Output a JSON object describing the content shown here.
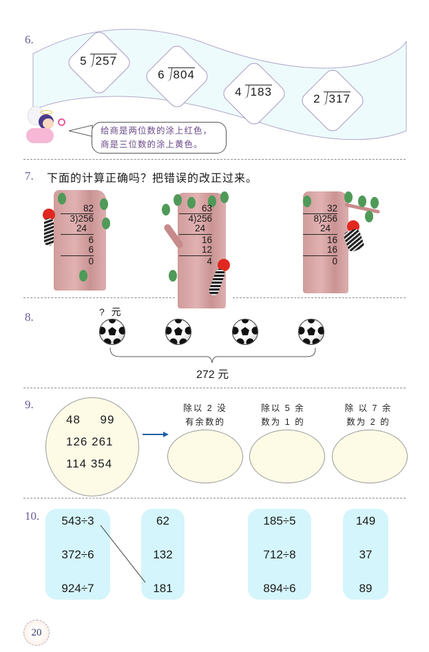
{
  "page_number": "20",
  "colors": {
    "question_number": "#6a5a96",
    "band_fill": "#eefbfd",
    "ellipse_fill": "#fdfbe6",
    "card_fill": "#d4f5fb",
    "arrow": "#1f5fa8",
    "trunk": "#d49a9a"
  },
  "q6": {
    "number": "6.",
    "problems": [
      {
        "divisor": "5",
        "dividend": "257"
      },
      {
        "divisor": "6",
        "dividend": "804"
      },
      {
        "divisor": "4",
        "dividend": "183"
      },
      {
        "divisor": "2",
        "dividend": "317"
      }
    ],
    "bubble_lines": [
      "给商是两位数的涂上红色，",
      "商是三位数的涂上黄色。"
    ],
    "character_icon": "fairy-angel-icon"
  },
  "q7": {
    "number": "7.",
    "prompt": "下面的计算正确吗？把错误的改正过来。",
    "calculations": [
      {
        "divisor": "3",
        "quotient": "82",
        "dividend": "256",
        "steps": [
          "24",
          "6",
          "6",
          "0"
        ]
      },
      {
        "divisor": "4",
        "quotient": "63",
        "dividend": "256",
        "steps": [
          "24",
          "16",
          "12",
          "4"
        ]
      },
      {
        "divisor": "8",
        "quotient": "32",
        "dividend": "256",
        "steps": [
          "24",
          "16",
          "16",
          "0"
        ]
      }
    ]
  },
  "q8": {
    "number": "8.",
    "unknown_label": "? 元",
    "ball_count": 4,
    "total_label": "272 元"
  },
  "q9": {
    "number": "9.",
    "numbers": [
      [
        "48",
        "99"
      ],
      [
        "126",
        "261"
      ],
      [
        "114",
        "354"
      ]
    ],
    "targets": [
      {
        "line1": "除以 2 没",
        "line2": "有余数的"
      },
      {
        "line1": "除以 5 余",
        "line2": "数为 1 的"
      },
      {
        "line1": "除 以 7 余",
        "line2": "数为 2 的"
      }
    ]
  },
  "q10": {
    "number": "10.",
    "group1": {
      "expressions": [
        "543÷3",
        "372÷6",
        "924÷7"
      ],
      "results": [
        "62",
        "132",
        "181"
      ],
      "example_link": {
        "from": "543÷3",
        "to": "181"
      }
    },
    "group2": {
      "expressions": [
        "185÷5",
        "712÷8",
        "894÷6"
      ],
      "results": [
        "149",
        "37",
        "89"
      ]
    }
  }
}
